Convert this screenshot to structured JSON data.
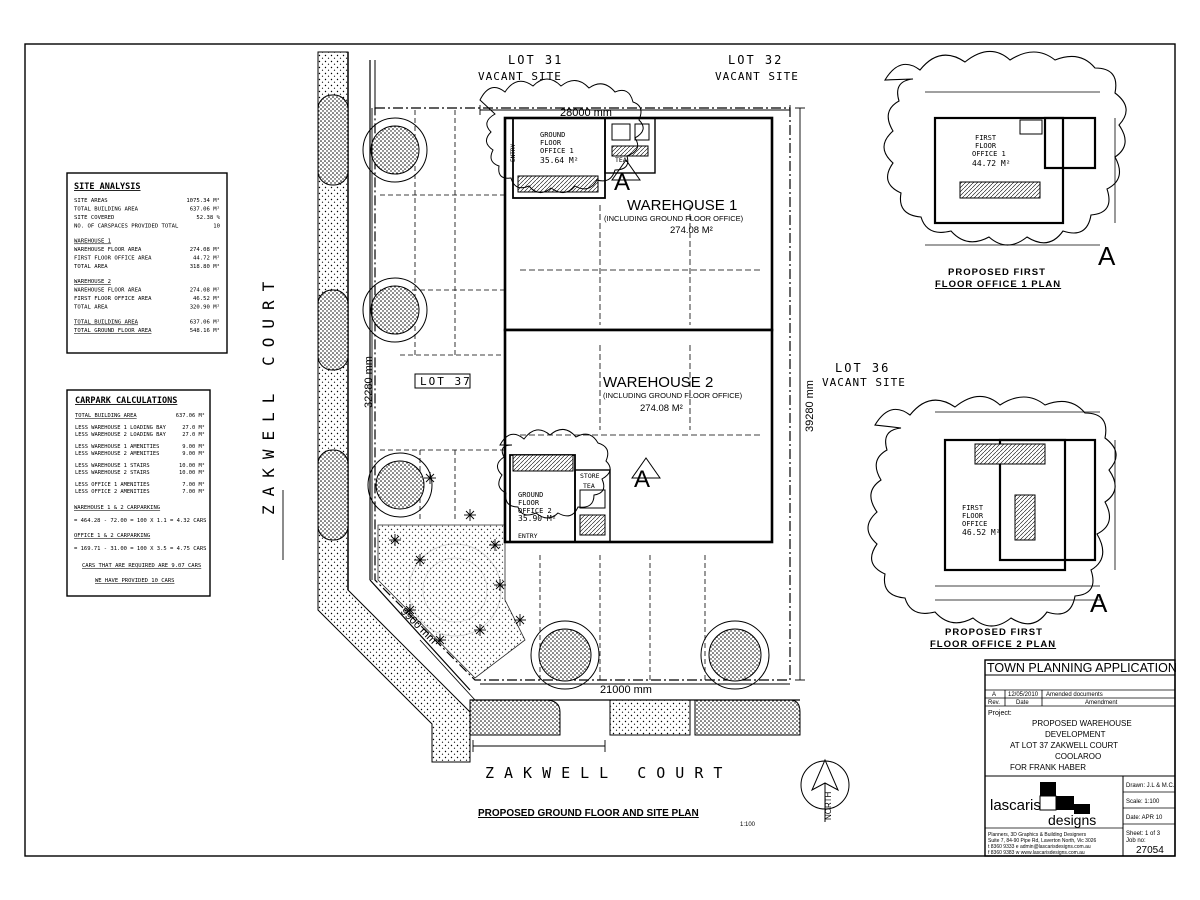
{
  "labels": {
    "lot31": "LOT 31",
    "lot31_sub": "VACANT SITE",
    "lot32": "LOT 32",
    "lot32_sub": "VACANT SITE",
    "lot36": "LOT 36",
    "lot36_sub": "VACANT SITE",
    "lot37": "LOT 37",
    "street_side": "ZAKWELL COURT",
    "street_bottom": "ZAKWELL COURT",
    "dim_top": "28000 mm",
    "dim_bottom": "21000 mm",
    "dim_right": "39280 mm",
    "dim_left": "32280 mm",
    "dim_diag": "9900 mm",
    "wh1_title": "WAREHOUSE 1",
    "wh1_sub": "(INCLUDING GROUND FLOOR OFFICE)",
    "wh1_area": "274.08 M²",
    "wh2_title": "WAREHOUSE 2",
    "wh2_sub": "(INCLUDING GROUND FLOOR OFFICE)",
    "wh2_area": "274.08 M²",
    "gfo1_l1": "GROUND",
    "gfo1_l2": "FLOOR",
    "gfo1_l3": "OFFICE 1",
    "gfo1_area": "35.64 M²",
    "gfo2_l1": "GROUND",
    "gfo2_l2": "FLOOR",
    "gfo2_l3": "OFFICE 2",
    "gfo2_area": "35.90 M²",
    "entry1": "ENTRY",
    "entry2": "ENTRY",
    "tea1": "TEA",
    "tea2": "TEA",
    "store": "STORE",
    "section_mark": "A",
    "plan_title": "PROPOSED GROUND FLOOR AND SITE PLAN",
    "plan_scale": "1:100",
    "north": "NORTH",
    "ff1_title_l1": "PROPOSED FIRST",
    "ff1_title_l2": "FLOOR OFFICE 1 PLAN",
    "ff1_room_l1": "FIRST",
    "ff1_room_l2": "FLOOR",
    "ff1_room_l3": "OFFICE 1",
    "ff1_area": "44.72 M²",
    "ff2_title_l1": "PROPOSED FIRST",
    "ff2_title_l2": "FLOOR OFFICE 2 PLAN",
    "ff2_room_l1": "FIRST",
    "ff2_room_l2": "FLOOR",
    "ff2_room_l3": "OFFICE",
    "ff2_area": "46.52 M²"
  },
  "site_analysis": {
    "title": "SITE ANALYSIS",
    "rows": [
      {
        "label": "SITE AREAS",
        "value": "1075.34 M²"
      },
      {
        "label": "TOTAL BUILDING AREA",
        "value": "637.06 M²"
      },
      {
        "label": "SITE COVERED",
        "value": "52.38 %"
      },
      {
        "label": "NO. OF CARSPACES PROVIDED TOTAL",
        "value": "10"
      },
      {
        "label": "WAREHOUSE 1",
        "value": ""
      },
      {
        "label": "WAREHOUSE FLOOR AREA",
        "value": "274.08 M²"
      },
      {
        "label": "FIRST FLOOR OFFICE AREA",
        "value": "44.72 M²"
      },
      {
        "label": "TOTAL AREA",
        "value": "318.80 M²"
      },
      {
        "label": "WAREHOUSE 2",
        "value": ""
      },
      {
        "label": "WAREHOUSE FLOOR AREA",
        "value": "274.08 M²"
      },
      {
        "label": "FIRST FLOOR OFFICE AREA",
        "value": "46.52 M²"
      },
      {
        "label": "TOTAL AREA",
        "value": "320.90 M²"
      },
      {
        "label": "TOTAL BUILDING AREA",
        "value": "637.06 M²"
      },
      {
        "label": "TOTAL GROUND FLOOR AREA",
        "value": "548.16 M²"
      }
    ]
  },
  "carpark": {
    "title": "CARPARK CALCULATIONS",
    "rows": [
      {
        "label": "TOTAL BUILDING AREA",
        "value": "637.06 M²"
      },
      {
        "label": "LESS WAREHOUSE 1 LOADING BAY",
        "value": "27.0 M²"
      },
      {
        "label": "LESS WAREHOUSE 2 LOADING BAY",
        "value": "27.0 M²"
      },
      {
        "label": "LESS WAREHOUSE 1 AMENITIES",
        "value": "9.00 M²"
      },
      {
        "label": "LESS WAREHOUSE 2 AMENITIES",
        "value": "9.00 M²"
      },
      {
        "label": "LESS WAREHOUSE 1 STAIRS",
        "value": "10.00 M²"
      },
      {
        "label": "LESS WAREHOUSE 2 STAIRS",
        "value": "10.00 M²"
      },
      {
        "label": "LESS OFFICE 1 AMENITIES",
        "value": "7.00 M²"
      },
      {
        "label": "LESS OFFICE 2 AMENITIES",
        "value": "7.00 M²"
      }
    ],
    "wh_heading": "WAREHOUSE 1 & 2 CARPARKING",
    "wh_calc": "= 464.28 - 72.00 = 100 X 1.1 = 4.32 CARS",
    "of_heading": "OFFICE 1 & 2 CARPARKING",
    "of_calc": "= 169.71 - 31.00 = 100 X 3.5 = 4.75 CARS",
    "required": "CARS THAT ARE REQUIRED ARE 9.07 CARS",
    "provided": "WE HAVE PROVIDED 10 CARS"
  },
  "title_block": {
    "heading": "TOWN PLANNING APPLICATION",
    "rev_letter": "A",
    "rev_date": "12/05/2010",
    "rev_text": "Amended documents",
    "col_rev": "Rev.",
    "col_date": "Date",
    "col_amend": "Amendment",
    "project_label": "Project:",
    "project_l1": "PROPOSED WAREHOUSE",
    "project_l2": "DEVELOPMENT",
    "project_l3": "AT   LOT 37 ZAKWELL COURT",
    "project_l4": "COOLAROO",
    "project_l5": "FOR FRANK HABER",
    "logo_l1": "lascaris",
    "logo_l2": "designs",
    "firm_l1": "Planners, 3D Graphics & Building Designers",
    "firm_l2": "Suite 7, 84-90 Pipe Rd, Laverton North, Vic 3026",
    "firm_l3": "t 8360 9333   e admin@lascarisdesigns.com.au",
    "firm_l4": "f 8360 9383   w www.lascarisdesigns.com.au",
    "drawn": "Drawn:  J.L & M.C.",
    "scale": "Scale:  1:100",
    "date": "Date:  APR 10",
    "sheet": "Sheet:  1  of  3",
    "job_label": "Job no:",
    "job_no": "27054"
  }
}
